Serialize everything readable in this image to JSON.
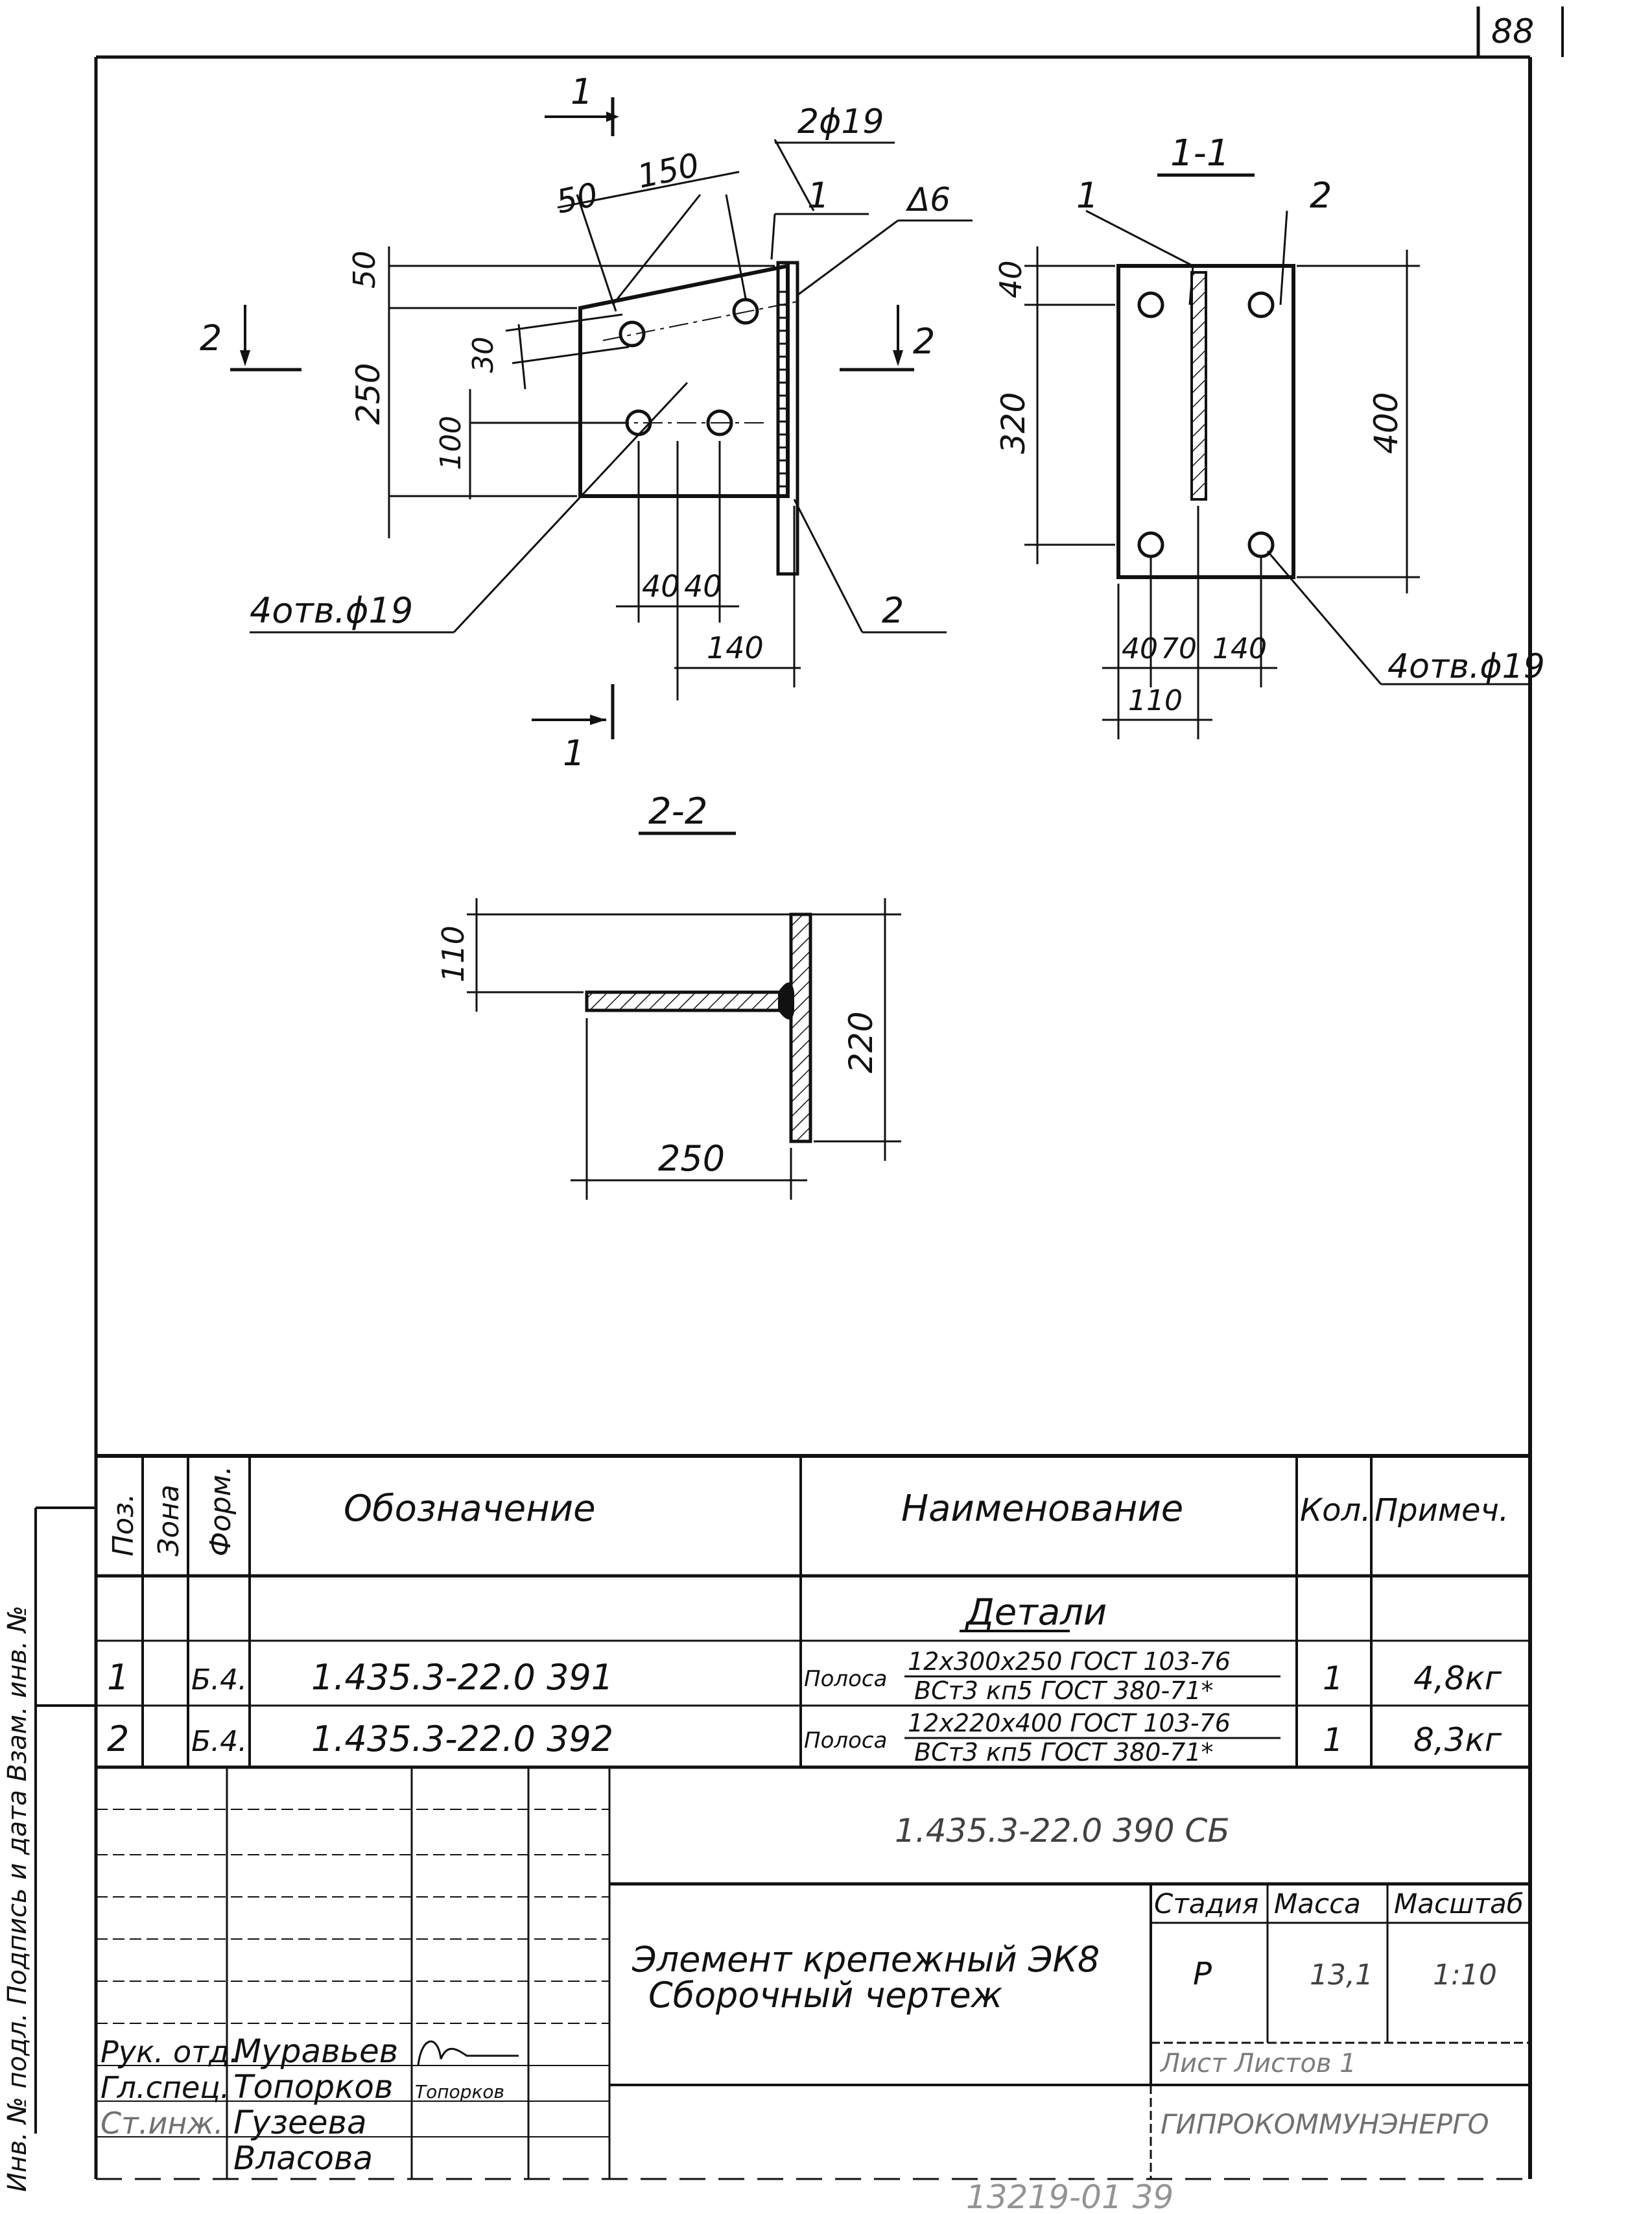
{
  "sheet": {
    "page_number": "88"
  },
  "views": {
    "main": {
      "section_1_label": "1",
      "section_2_label": "2",
      "holes_callout": "2ϕ19",
      "pos1": "1",
      "weld": "Δ6",
      "pos2": "2",
      "holes_4": "4отв.ϕ19",
      "dims": {
        "d50_top": "50",
        "d150": "150",
        "d50_left": "50",
        "d250": "250",
        "d30": "30",
        "d100": "100",
        "d40a": "40",
        "d40b": "40",
        "d140": "140"
      }
    },
    "section_1_1": {
      "title": "1-1",
      "pos1": "1",
      "pos2": "2",
      "holes_4": "4отв.ϕ19",
      "dims": {
        "d40": "40",
        "d320": "320",
        "d400": "400",
        "d40b": "40",
        "d70": "70",
        "d140": "140",
        "d110": "110"
      }
    },
    "section_2_2": {
      "title": "2-2",
      "dims": {
        "d110": "110",
        "d220": "220",
        "d250": "250"
      }
    }
  },
  "spec_table": {
    "headers": [
      "Поз.",
      "Зона",
      "Форм.",
      "Обозначение",
      "Наименование",
      "Кол.",
      "Примеч."
    ],
    "group": "Детали",
    "rows": [
      {
        "pos": "1",
        "zone": "",
        "format": "Б.4.",
        "designation": "1.435.3-22.0 391",
        "name_prefix": "Полоса",
        "name_top": "12х300х250 ГОСТ 103-76",
        "name_bottom": "ВСт3 кп5 ГОСТ 380-71*",
        "qty": "1",
        "note": "4,8кг"
      },
      {
        "pos": "2",
        "zone": "",
        "format": "Б.4.",
        "designation": "1.435.3-22.0 392",
        "name_prefix": "Полоса",
        "name_top": "12х220х400 ГОСТ 103-76",
        "name_bottom": "ВСт3 кп5 ГОСТ 380-71*",
        "qty": "1",
        "note": "8,3кг"
      }
    ]
  },
  "title_block": {
    "document_code": "1.435.3-22.0  390 СБ",
    "title_line1": "Элемент крепежный ЭК8",
    "title_line2": "Сборочный чертеж",
    "col_stage": "Стадия",
    "col_mass": "Масса",
    "col_scale": "Масштаб",
    "stage": "Р",
    "mass": "13,1",
    "scale": "1:10",
    "sheet_text": "Лист    Листов 1",
    "organization": "ГИПРОКОММУНЭНЕРГО",
    "signers": [
      {
        "role": "Рук. отд.",
        "name": "Муравьев"
      },
      {
        "role": "Гл.спец.",
        "name": "Топорков",
        "signature": "Топорков"
      },
      {
        "role": "Ст.инж.",
        "name": "Гузеева"
      },
      {
        "role": "",
        "name": "Власова"
      }
    ],
    "side_stamp": "Инв. № подл.   Подпись и дата   Взам. инв. №",
    "bottom_stamp": "13219-01   39"
  }
}
